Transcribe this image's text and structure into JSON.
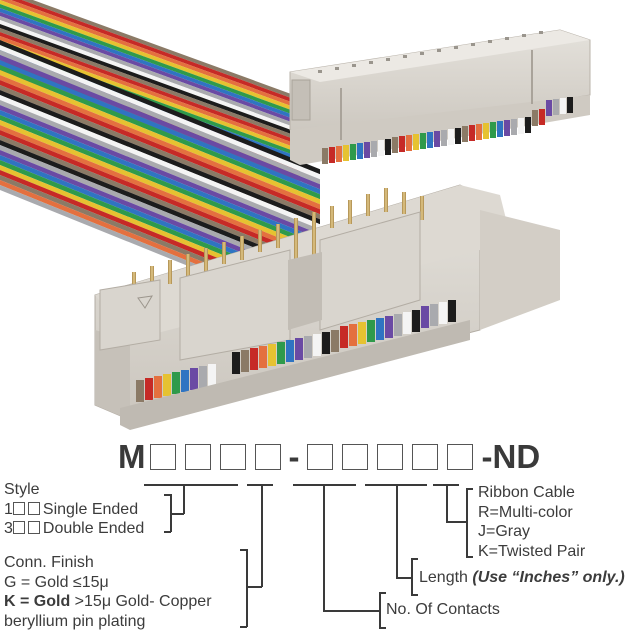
{
  "illustration": {
    "subject": "IDC ribbon cable assembly with socket connector and shrouded header",
    "cable_colors": [
      "#8b7a66",
      "#c62a26",
      "#e4703f",
      "#e6c231",
      "#2f9a4b",
      "#2f74c2",
      "#6a4aa4",
      "#a9aaae",
      "#f4f4f4",
      "#1c1c1c"
    ],
    "connector_color": "#d6d2cb",
    "pin_color": "#c7a560"
  },
  "part_number": {
    "prefix": "M",
    "group1_boxes": 4,
    "separator": "-",
    "group2_boxes": 5,
    "suffix": "-ND"
  },
  "legend": {
    "style": {
      "title": "Style",
      "options": [
        {
          "code": "1",
          "label": "Single Ended"
        },
        {
          "code": "3",
          "label": "Double Ended"
        }
      ]
    },
    "finish": {
      "title": "Conn. Finish",
      "lines": [
        {
          "text": "G = Gold ≤15μ",
          "bold": ""
        },
        {
          "bold": "K = Gold",
          "text": " >15μ Gold- Copper"
        },
        {
          "text": "beryllium pin plating",
          "bold": ""
        }
      ]
    },
    "contacts": {
      "label": "No. Of Contacts"
    },
    "length": {
      "label": "Length ",
      "note": "(Use “Inches” only.)"
    },
    "ribbon": {
      "title": "Ribbon Cable",
      "options": [
        "R=Multi-color",
        "J=Gray",
        "K=Twisted Pair"
      ]
    }
  }
}
